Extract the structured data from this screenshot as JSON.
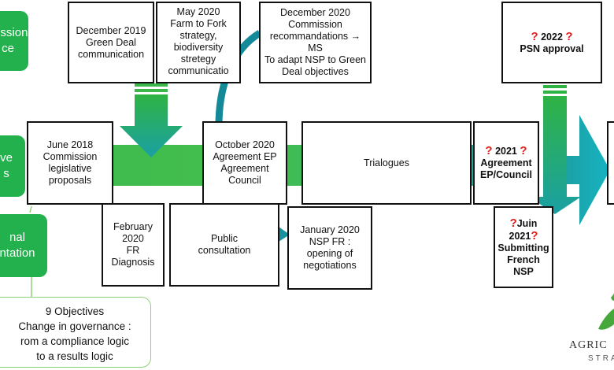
{
  "left_labels": {
    "top": "mission\nce",
    "middle": "ve\ns",
    "bottom": "nal\nntation"
  },
  "events_top": {
    "dec2019": "December 2019\nGreen Deal\ncommunication",
    "may2020": "May 2020\nFarm to Fork\nstrategy,\nbiodiversity\nstretegy\ncommunicatio",
    "dec2020": "December 2020\nCommission\nrecommandations →\nMS\nTo adapt NSP to Green\nDeal objectives",
    "psn": {
      "year": "2022",
      "label": "PSN approval"
    }
  },
  "events_mid": {
    "june2018": "June 2018\nCommission\nlegislative\nproposals",
    "oct2020": "October 2020\nAgreement EP\nAgreement\nCouncil",
    "trialogues": "Trialogues",
    "agreement2021": {
      "year": "2021",
      "label": "Agreement\nEP/Council"
    }
  },
  "events_bottom": {
    "feb2020": "February\n2020\nFR\nDiagnosis",
    "public": "Public\nconsultation",
    "jan2020": "January 2020\nNSP FR :\nopening of\nnegotiations",
    "june2021": {
      "month": "Juin 2021",
      "label": "Submitting\nFrench NSP"
    }
  },
  "objectives_note": "9 Objectives\nChange in governance :\nrom a compliance logic\nto a results logic",
  "logo": {
    "name": "AGRIC",
    "tagline": "STRA"
  },
  "question_mark": "?",
  "colors": {
    "green": "#22b14c",
    "band": "#35b84a",
    "teal": "#17a2a8",
    "question": "#e0201c"
  }
}
